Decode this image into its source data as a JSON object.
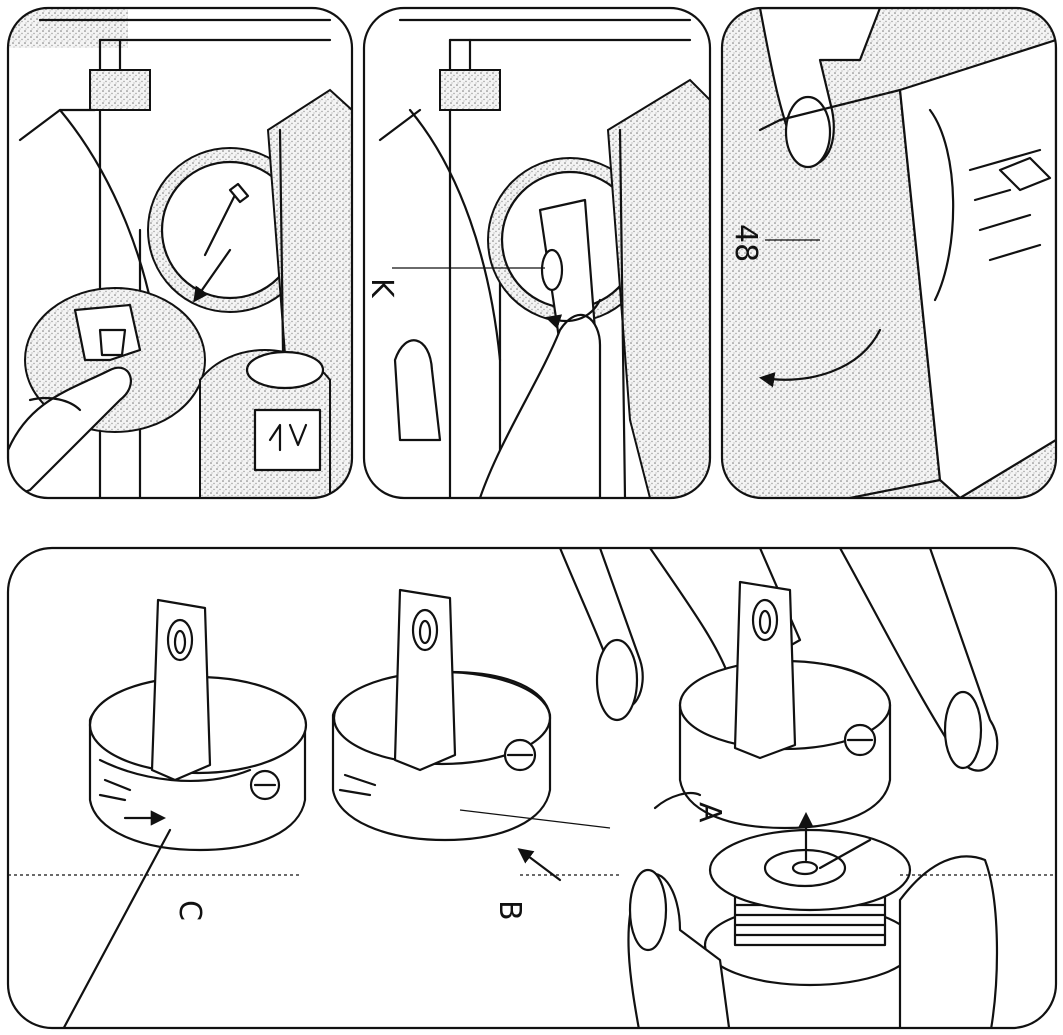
{
  "labels": {
    "k": "K",
    "n48": "48",
    "a": "A",
    "b": "B",
    "c": "C"
  }
}
